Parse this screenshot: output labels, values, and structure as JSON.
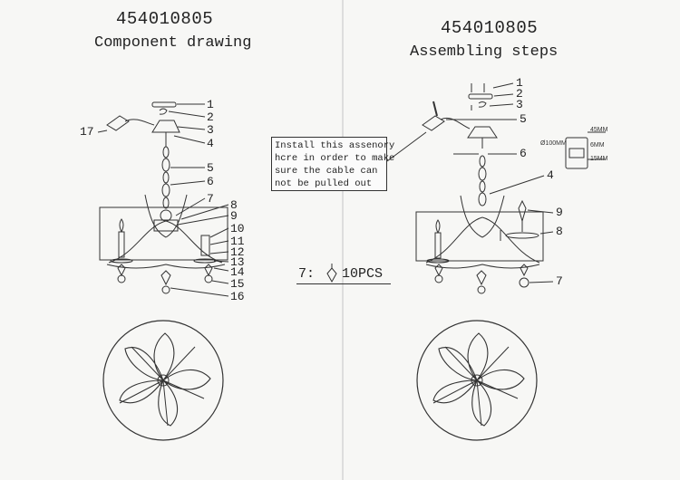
{
  "left_panel": {
    "model_number": "454010805",
    "subtitle": "Component drawing",
    "callouts": [
      "1",
      "2",
      "3",
      "4",
      "5",
      "6",
      "7",
      "8",
      "9",
      "10",
      "11",
      "12",
      "13",
      "14",
      "15",
      "16",
      "17"
    ]
  },
  "right_panel": {
    "model_number": "454010805",
    "subtitle": "Assembling steps",
    "callouts": [
      "1",
      "2",
      "3",
      "5",
      "6",
      "4",
      "9",
      "8",
      "7"
    ],
    "note_lines": [
      "Install this assenory",
      "hcre in order to make",
      "sure the cable can",
      "not be pulled out"
    ],
    "crystal_count_prefix": "7:",
    "crystal_count": "10PCS",
    "detail_dims": [
      "45MM",
      "15MM",
      "Ø100MM",
      "6MM"
    ]
  }
}
